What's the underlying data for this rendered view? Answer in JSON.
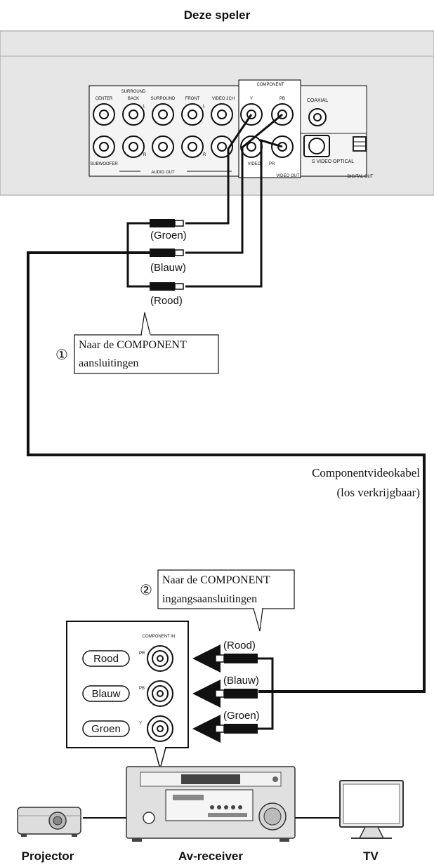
{
  "title": "Deze speler",
  "player_panel": {
    "jacks": [
      "CENTER",
      "SURROUND",
      "BACK",
      "SURROUND",
      "FRONT",
      "VIDEO 2CH",
      "SUBWOOFER"
    ],
    "audio_out": "AUDIO OUT",
    "component": "COMPONENT",
    "y": "Y",
    "pb": "PB",
    "pr": "PR",
    "video": "VIDEO",
    "video_out": "VIDEO OUT",
    "coaxial": "COAXIAL",
    "s_video_optical": "S VIDEO OPTICAL",
    "digital_out": "DIGITAL OUT",
    "l": "L",
    "r": "R"
  },
  "cable_colors": {
    "green": "(Groen)",
    "blue": "(Blauw)",
    "red": "(Rood)"
  },
  "callout1": {
    "number": "①",
    "line1": "Naar de COMPONENT",
    "line2": "aansluitingen"
  },
  "cable_caption": {
    "line1": "Componentvideokabel",
    "line2": "(los verkrijgbaar)"
  },
  "callout2": {
    "number": "②",
    "line1": "Naar de COMPONENT",
    "line2": "ingangsaansluitingen"
  },
  "receiver_panel": {
    "component_in": "COMPONENT IN",
    "labels": [
      "Rood",
      "Blauw",
      "Groen"
    ],
    "pr": "PR",
    "pb": "PB",
    "y": "Y"
  },
  "devices": {
    "projector": "Projector",
    "receiver": "Av-receiver",
    "tv": "TV"
  },
  "colors": {
    "panel": "#e6e6e6",
    "panel_dark": "#cfcfcf",
    "line": "#1a1a1a"
  }
}
